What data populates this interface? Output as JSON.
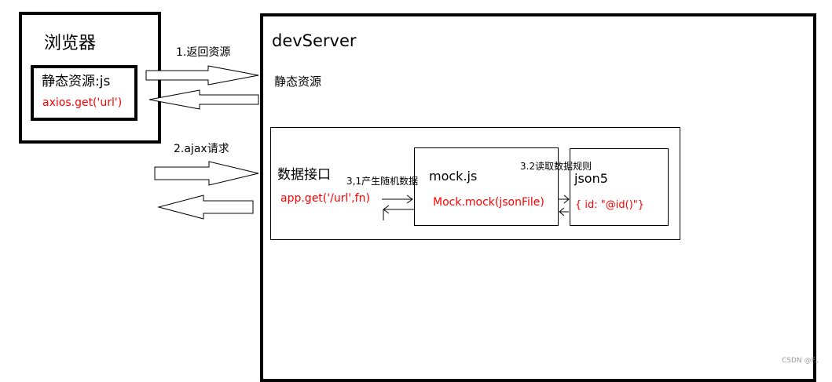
{
  "browser": {
    "title": "浏览器",
    "static_label": "静态资源:js",
    "request_code": "axios.get('url')"
  },
  "dev_server": {
    "title": "devServer",
    "static_label": "静态资源",
    "api_label": "数据接口",
    "api_code": "app.get('/url',fn)",
    "mock": {
      "title": "mock.js",
      "code": "Mock.mock(jsonFile)"
    },
    "json5": {
      "title": "json5",
      "code": "{ id: \"@id()\"}"
    }
  },
  "arrows": {
    "return_resources": "1.返回资源",
    "ajax_request": "2.ajax请求",
    "generate_random": "3,1产生随机数据",
    "read_rules": "3.2读取数据规则"
  },
  "watermark": "CSDN @F..",
  "colors": {
    "code_text": "#ff0000",
    "border": "#000000"
  }
}
